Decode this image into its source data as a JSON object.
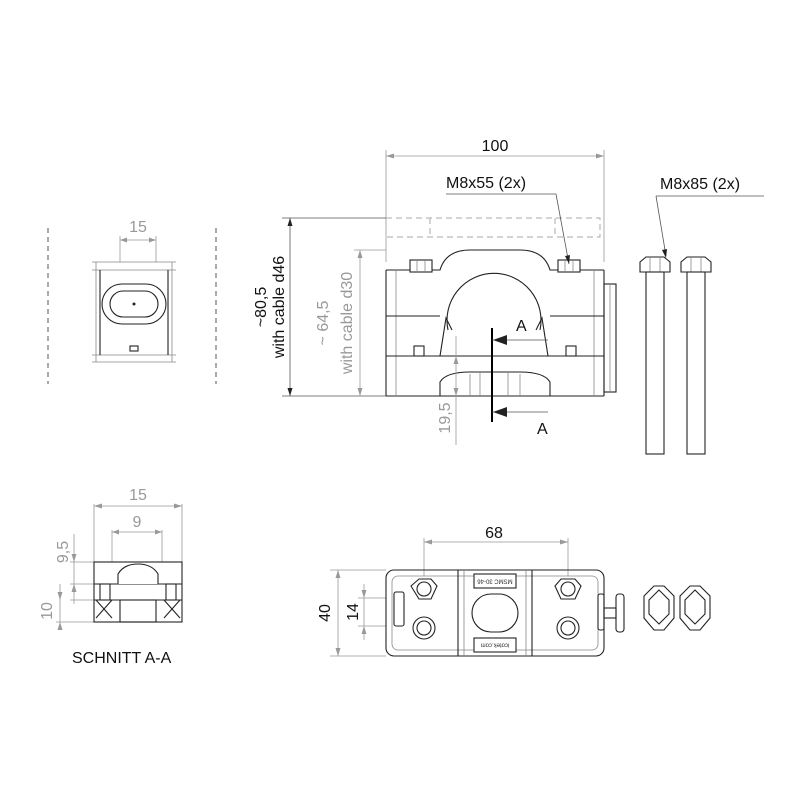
{
  "dimensions": {
    "left_width": "15",
    "overall_length": "100",
    "bolt_short": "M8x55 (2x)",
    "bolt_long": "M8x85 (2x)",
    "height_d46_value": "~80,5",
    "height_d46_note": "with cable d46",
    "height_d30_value": "~ 64,5",
    "height_d30_note": "with cable d30",
    "bottom_height": "19,5",
    "section_width": "15",
    "section_inner_width": "9",
    "section_top": "9,5",
    "section_bottom": "10",
    "plan_bolt_spacing": "68",
    "plan_height": "40",
    "plan_inner_height": "14"
  },
  "section_marker": "A",
  "section_title": "SCHNITT A-A",
  "marking": {
    "product_code": "MSMC 30-46",
    "website": "icotek.com"
  }
}
